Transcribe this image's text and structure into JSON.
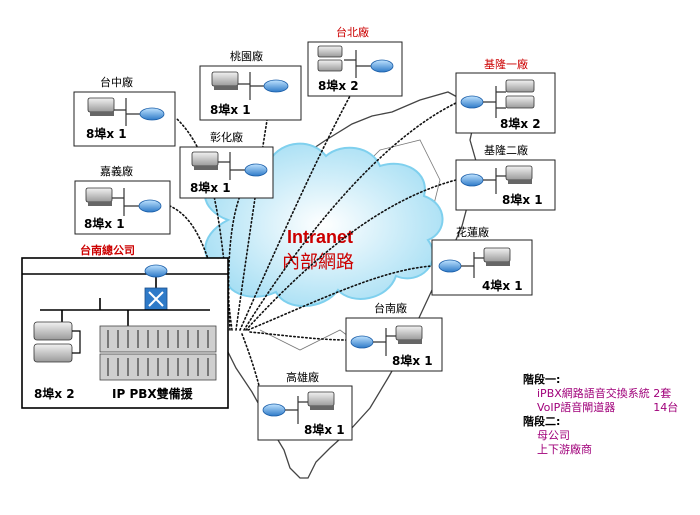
{
  "cloud": {
    "title": "Intranet",
    "subtitle": "內部網路"
  },
  "sites": {
    "taichung": {
      "name": "台中廠",
      "ports": "8埠x 1"
    },
    "taoyuan": {
      "name": "桃園廠",
      "ports": "8埠x 1"
    },
    "taipei": {
      "name": "台北廠",
      "ports": "8埠x 2"
    },
    "keelung1": {
      "name": "基隆一廠",
      "ports": "8埠x 2"
    },
    "keelung2": {
      "name": "基隆二廠",
      "ports": "8埠x 1"
    },
    "changhua": {
      "name": "彰化廠",
      "ports": "8埠x 1"
    },
    "chiayi": {
      "name": "嘉義廠",
      "ports": "8埠x 1"
    },
    "hualien": {
      "name": "花蓮廠",
      "ports": "4埠x 1"
    },
    "tainan": {
      "name": "台南廠",
      "ports": "8埠x 1"
    },
    "kaohsiung": {
      "name": "高雄廠",
      "ports": "8埠x 1"
    }
  },
  "hq": {
    "name": "台南總公司",
    "ports": "8埠x 2",
    "pbx_label": "IP PBX雙備援"
  },
  "legend": {
    "phase1_title": "階段一:",
    "phase1_item1": "iPBX網路語音交換系統 2套",
    "phase1_item2_name": "VoIP語音閘道器",
    "phase1_item2_count": "14台",
    "phase2_title": "階段二:",
    "phase2_item1": "母公司",
    "phase2_item2": "上下游廠商"
  },
  "colors": {
    "red_label": "#cc0000",
    "legend_item": "#a0007a",
    "cloud": "#bfe8f7",
    "cloud_edge": "#7fd0ee",
    "router": "#3a8bd6"
  }
}
